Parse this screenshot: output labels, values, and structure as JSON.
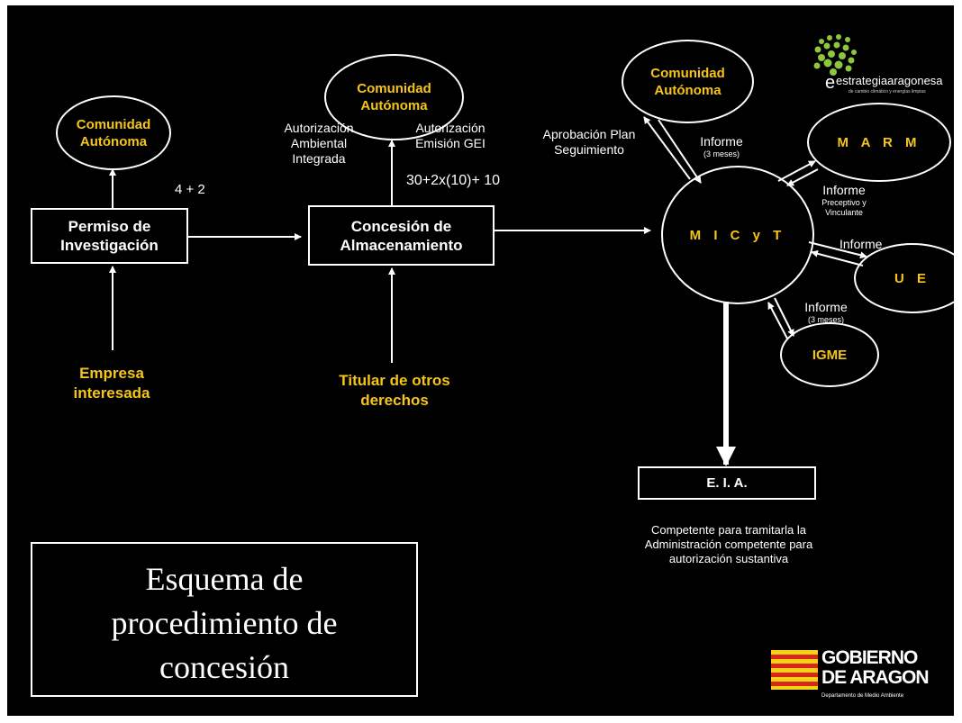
{
  "diagram": {
    "nodes": {
      "ca_left": "Comunidad Autónoma",
      "ca_mid": "Comunidad Autónoma",
      "ca_right": "Comunidad Autónoma",
      "permiso": "Permiso de Investigación",
      "concesion": "Concesión de Almacenamiento",
      "micyt": "M I C y T",
      "marm": "M A R M",
      "ue": "U E",
      "igme": "IGME",
      "eia": "E. I. A.",
      "empresa": "Empresa interesada",
      "titular": "Titular de otros derechos"
    },
    "labels": {
      "plazo_permiso": "4 + 2",
      "plazo_concesion": "30+2x(10)+ 10",
      "aut_ambiental": "Autorización Ambiental Integrada",
      "aut_emision": "Autorización Emisión GEI",
      "aprobacion": "Aprobación Plan Seguimiento",
      "informe_ca": "Informe",
      "informe_ca_note": "(3 meses)",
      "informe_marm": "Informe",
      "informe_marm_note": "Preceptivo y Vinculante",
      "informe_ue": "Informe",
      "informe_igme": "Informe",
      "informe_igme_note": "(3 meses)",
      "competente": "Competente para tramitarla la Administración competente para autorización sustantiva"
    }
  },
  "title": "Esquema de procedimiento de concesión",
  "logos": {
    "estrategia_text": "estrategiaaragonesa",
    "estrategia_sub": "de cambio climático y energías limpias",
    "gobierno_line1": "GOBIERNO",
    "gobierno_line2": "DE ARAGON",
    "gobierno_dept": "Departamento de Medio Ambiente"
  },
  "colors": {
    "background": "#000000",
    "node_text": "#f5c518",
    "lines": "#ffffff"
  }
}
